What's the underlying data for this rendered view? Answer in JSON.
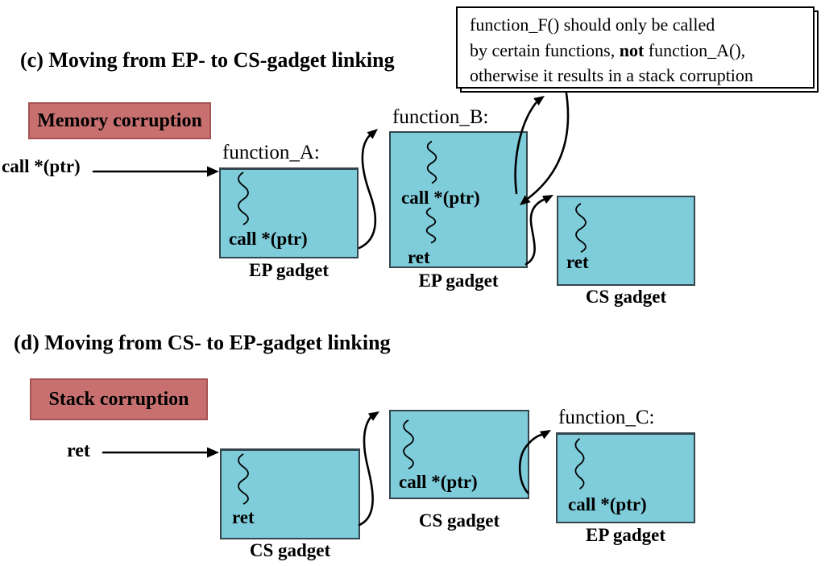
{
  "figure": {
    "colors": {
      "gadget_box_fill": "#7fccda",
      "gadget_box_border": "#34454d",
      "corruption_fill": "#c87070",
      "corruption_border": "#a65252"
    },
    "callout": {
      "line1": "function_F() should only be called",
      "line2_before_bold": "by certain functions, ",
      "line2_bold": "not",
      "line2_after_bold": " function_A(),",
      "line3": "otherwise it results in a stack corruption"
    },
    "section_c": {
      "title": "(c) Moving from EP- to CS-gadget linking",
      "corruption_label": "Memory corruption",
      "entry_instruction": "call *(ptr)",
      "function_a": {
        "label": "function_A:",
        "instruction": "call *(ptr)",
        "gadget_type": "EP gadget"
      },
      "function_b": {
        "label": "function_B:",
        "instruction": "call *(ptr)",
        "return_instruction": "ret",
        "gadget_type": "EP gadget"
      },
      "cs_box": {
        "return_instruction": "ret",
        "gadget_type": "CS gadget"
      }
    },
    "section_d": {
      "title": "(d) Moving from CS- to EP-gadget linking",
      "corruption_label": "Stack corruption",
      "entry_instruction": "ret",
      "cs_box_1": {
        "return_instruction": "ret",
        "gadget_type": "CS gadget"
      },
      "cs_box_2": {
        "instruction": "call *(ptr)",
        "gadget_type": "CS gadget"
      },
      "function_c": {
        "label": "function_C:",
        "instruction": "call *(ptr)",
        "gadget_type": "EP gadget"
      }
    }
  }
}
